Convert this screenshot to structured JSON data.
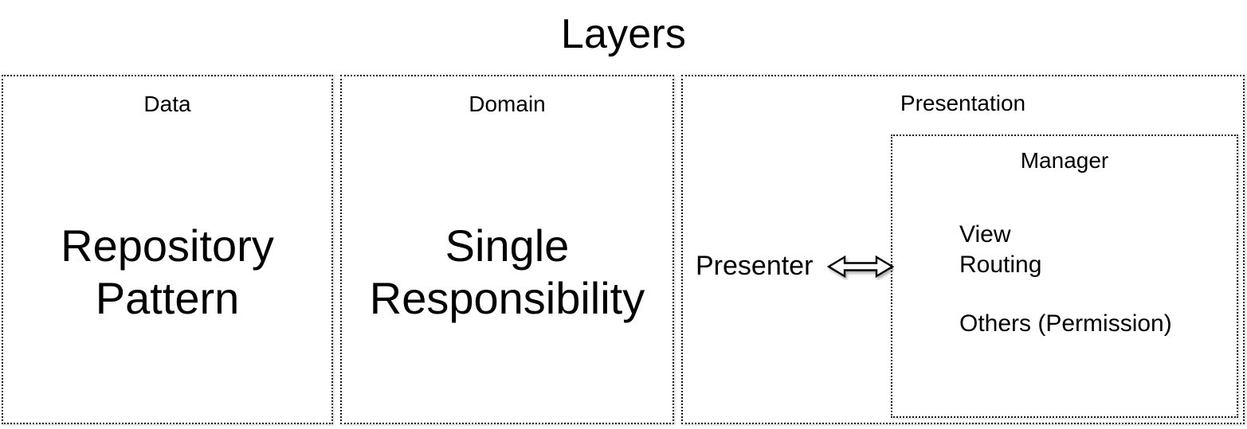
{
  "diagram": {
    "title": "Layers",
    "layers": [
      {
        "id": "data",
        "header": "Data",
        "body": "Repository\nPattern"
      },
      {
        "id": "domain",
        "header": "Domain",
        "body": "Single\nResponsibility"
      },
      {
        "id": "presentation",
        "header": "Presentation",
        "presenter_label": "Presenter",
        "arrow": {
          "name": "bidirectional-arrow",
          "direction": "both"
        },
        "manager": {
          "header": "Manager",
          "items": [
            "View",
            "Routing",
            "Others (Permission)"
          ]
        }
      }
    ],
    "colors": {
      "background": "#ffffff",
      "text": "#000000",
      "border": "#1a1a1a"
    }
  }
}
